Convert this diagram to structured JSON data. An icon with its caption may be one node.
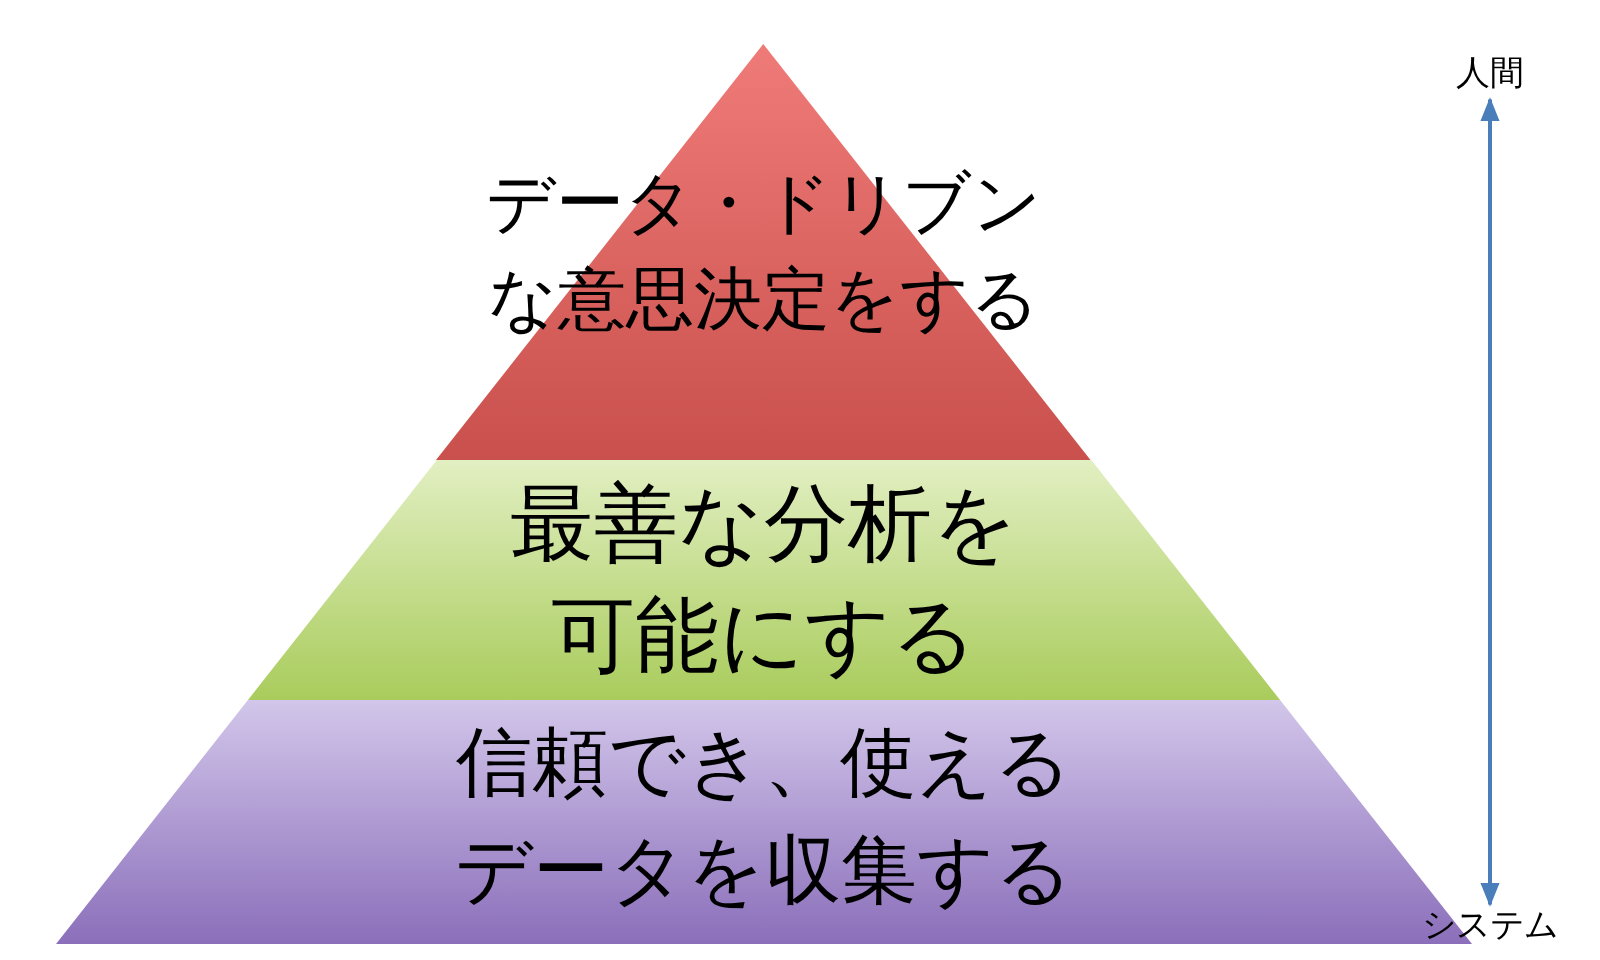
{
  "diagram": {
    "nodes": [
      {
        "text": [
          "データ・ドリブンな意思決定をする"
        ]
      },
      {
        "text": [
          "最善な分析を可能にする"
        ]
      },
      {
        "text": [
          "信頼でき、使えるデータを収集する"
        ]
      },
      {
        "text": [
          "人間"
        ]
      },
      {
        "text": [
          "システム"
        ]
      }
    ],
    "edges": [
      {
        "from": 3,
        "to": 4,
        "arrow": "both"
      }
    ]
  }
}
